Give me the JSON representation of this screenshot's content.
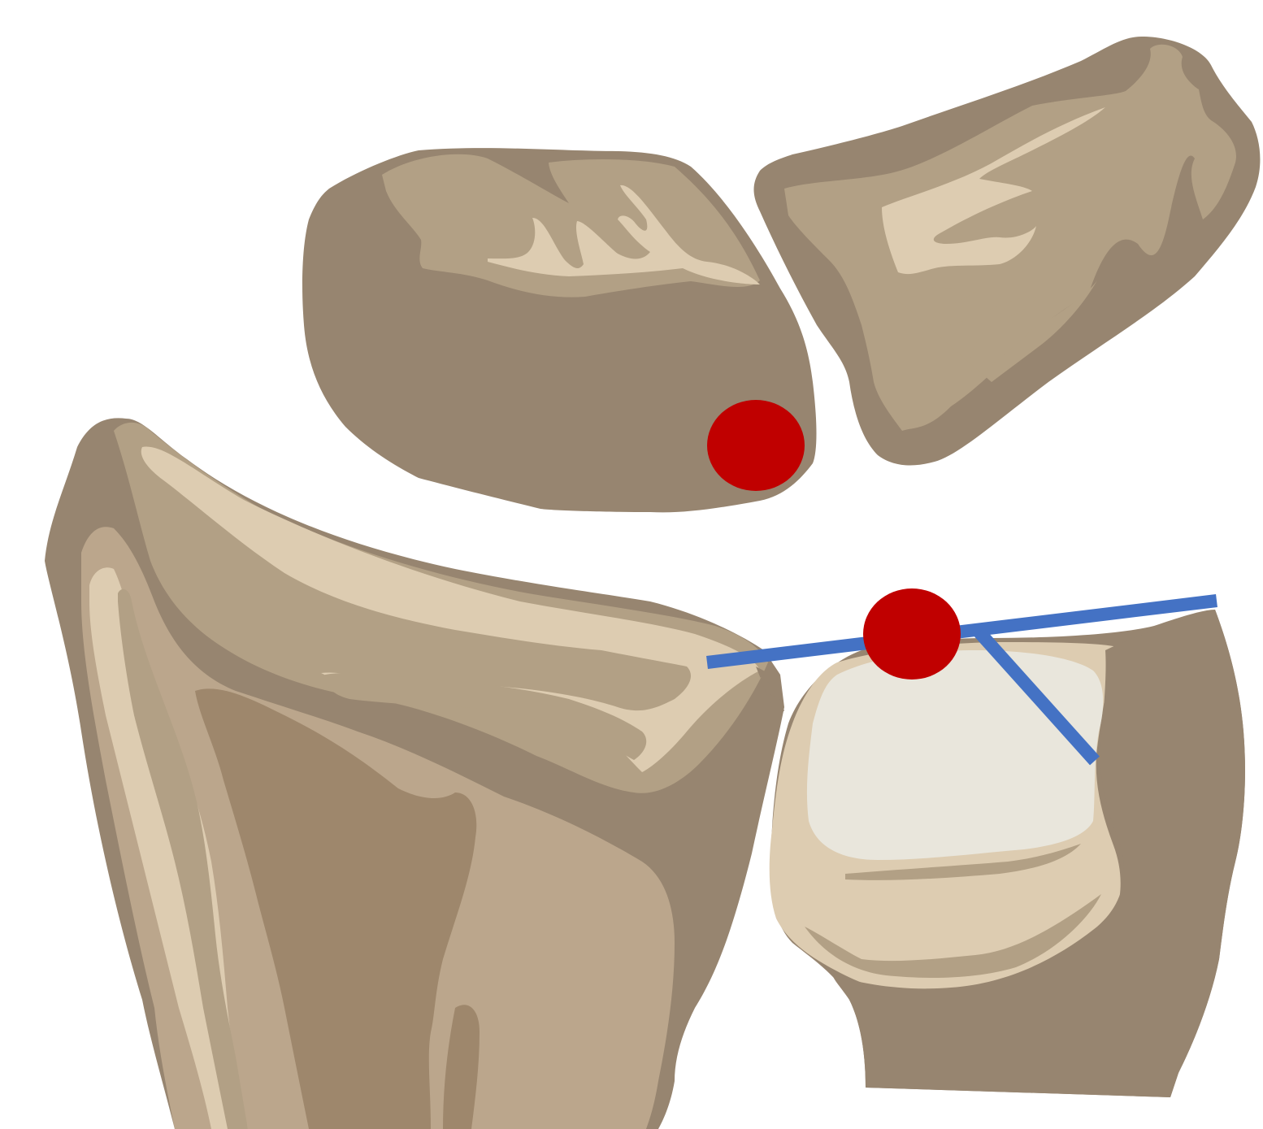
{
  "diagram": {
    "background": "#ffffff",
    "palette": {
      "bone_dark": "#978570",
      "bone_mid": "#b2a085",
      "bone_light": "#ddccb1",
      "bone_shaft": "#9e876c",
      "bone_shaft_light": "#bba68c",
      "joint_surface": "#e9e6dc",
      "marker": "#c00000",
      "line": "#4472c4"
    },
    "elements": [
      {
        "name": "upper-left-bone",
        "role": "carpal bone"
      },
      {
        "name": "upper-right-bone",
        "role": "carpal bone"
      },
      {
        "name": "radius-bone",
        "role": "distal radius"
      },
      {
        "name": "ulna-bone",
        "role": "distal ulna"
      },
      {
        "name": "red-marker",
        "role": "landmark point",
        "count": 2
      },
      {
        "name": "blue-reference-line",
        "role": "reference line",
        "count": 2
      }
    ]
  }
}
